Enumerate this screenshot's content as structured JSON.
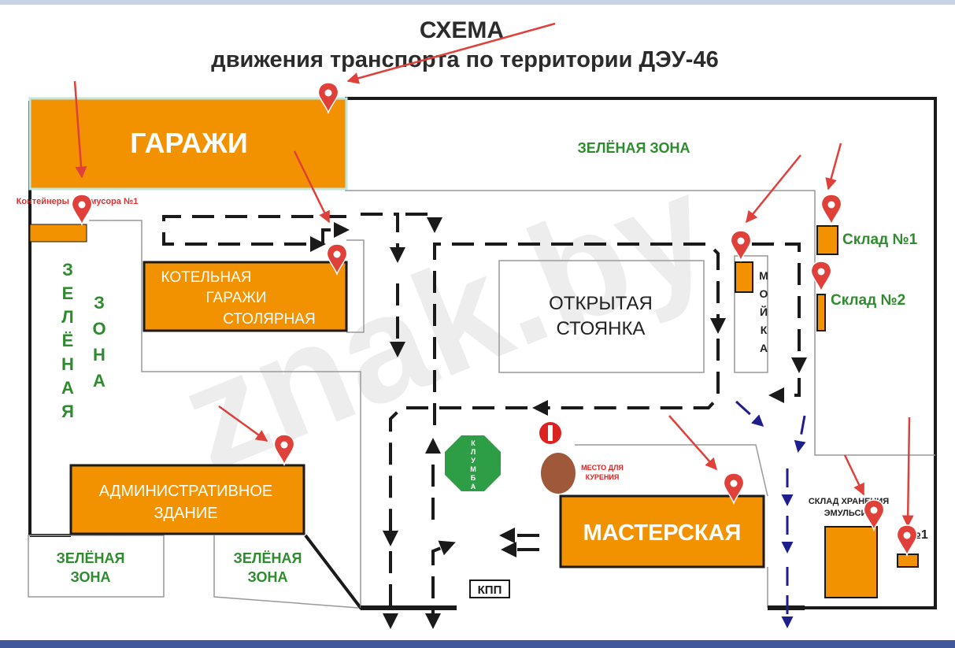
{
  "title": "СХЕМА",
  "subtitle": "движения транспорта по территории ДЭУ-46",
  "watermark": "znak.by",
  "buildings": {
    "garages": "ГАРАЖИ",
    "containers": "Контейнеры для мусора №1",
    "boiler_line1": "КОТЕЛЬНАЯ",
    "boiler_line2": "ГАРАЖИ",
    "boiler_line3": "СТОЛЯРНАЯ",
    "parking_line1": "ОТКРЫТАЯ",
    "parking_line2": "СТОЯНКА",
    "carwash": "МОЙКА",
    "warehouse1": "Склад №1",
    "warehouse2": "Склад №2",
    "admin_line1": "АДМИНИСТРАТИВНОЕ",
    "admin_line2": "ЗДАНИЕ",
    "workshop": "МАСТЕРСКАЯ",
    "flowerbed": "КЛУМБА",
    "smoking_line1": "МЕСТО ДЛЯ",
    "smoking_line2": "КУРЕНИЯ",
    "checkpoint": "КПП",
    "emulsion_line1": "СКЛАД ХРАНЕНИЯ",
    "emulsion_line2": "ЭМУЛЬСИИ",
    "small_store": "№1"
  },
  "zones": {
    "top": "ЗЕЛЁНАЯ ЗОНА",
    "left_col1": [
      "З",
      "Е",
      "Л",
      "Ё",
      "Н",
      "А",
      "Я"
    ],
    "left_col2": [
      "З",
      "О",
      "Н",
      "А"
    ],
    "bl_line1": "ЗЕЛЁНАЯ",
    "bl_line2": "ЗОНА",
    "bm_line1": "ЗЕЛЁНАЯ",
    "bm_line2": "ЗОНА"
  },
  "colors": {
    "building": "#f39200",
    "zone_text": "#2e8b2e",
    "route": "#1a1a1a",
    "pedestrian": "#1e1e8c",
    "pin": "#e0403a",
    "flowerbed": "#2e9e46",
    "smoking": "#a0583a"
  },
  "icons": [
    "map-pin-icon",
    "no-entry-icon",
    "route-arrow-icon"
  ]
}
